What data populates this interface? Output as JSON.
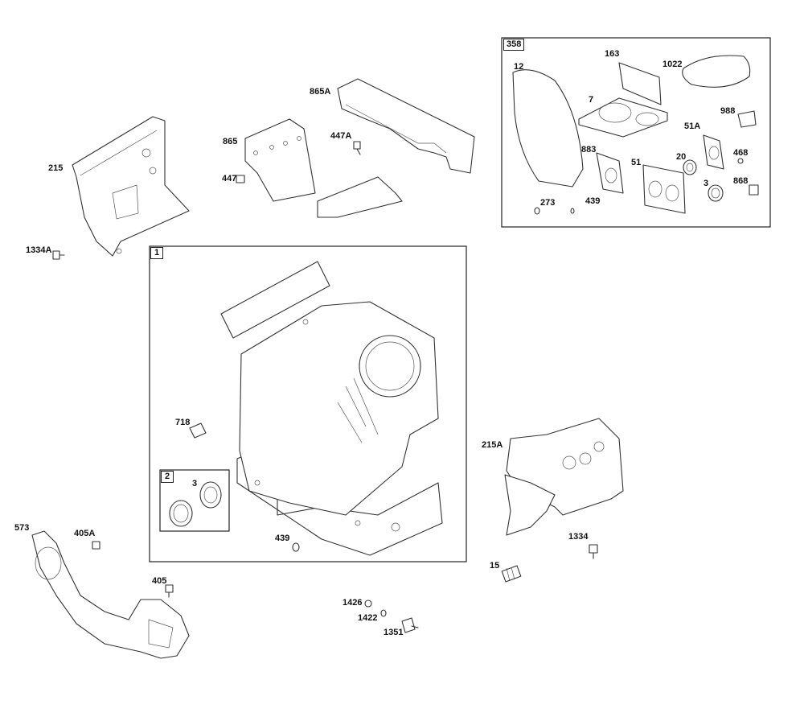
{
  "group_tags": {
    "gasket_set": "358",
    "cylinder_assembly": "1",
    "bearing_kit": "2"
  },
  "labels": {
    "p215": "215",
    "p1334A": "1334A",
    "p865A": "865A",
    "p865": "865",
    "p447A": "447A",
    "p447": "447",
    "p12": "12",
    "p163": "163",
    "p1022": "1022",
    "p7": "7",
    "p988": "988",
    "p51A": "51A",
    "p883": "883",
    "p20": "20",
    "p468": "468",
    "p51": "51",
    "p3_gasket": "3",
    "p868": "868",
    "p273": "273",
    "p439_gasket": "439",
    "p718": "718",
    "p3_bearing": "3",
    "p439": "439",
    "p215A": "215A",
    "p1334": "1334",
    "p573": "573",
    "p405A": "405A",
    "p405": "405",
    "p15": "15",
    "p1426": "1426",
    "p1422": "1422",
    "p1351": "1351"
  }
}
